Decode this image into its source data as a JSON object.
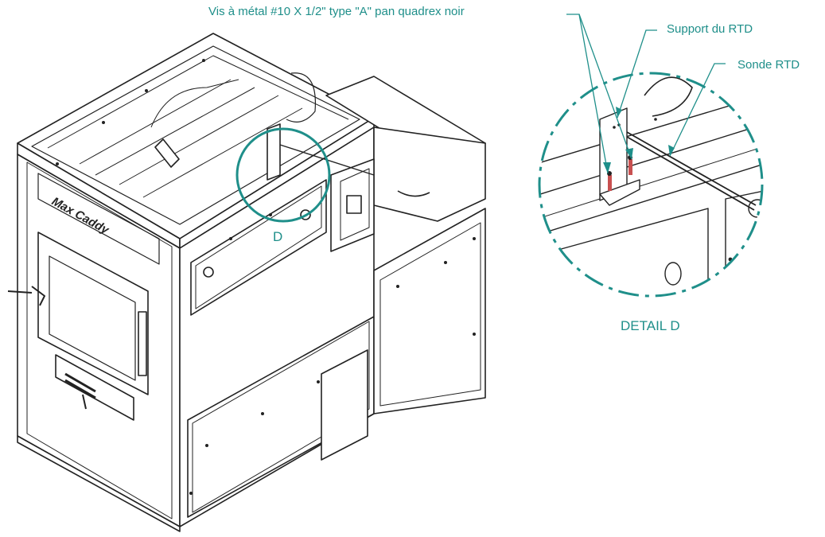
{
  "labels": {
    "screw": "Vis à métal #10  X 1/2\" type \"A\" pan quadrex noir",
    "support": "Support du RTD",
    "probe": "Sonde RTD",
    "detail_callout": "D",
    "detail_title": "DETAIL D"
  },
  "product": {
    "logo_text": "Max Caddy"
  },
  "colors": {
    "callout": "#1f8f8a",
    "line": "#222222",
    "background": "#ffffff"
  }
}
